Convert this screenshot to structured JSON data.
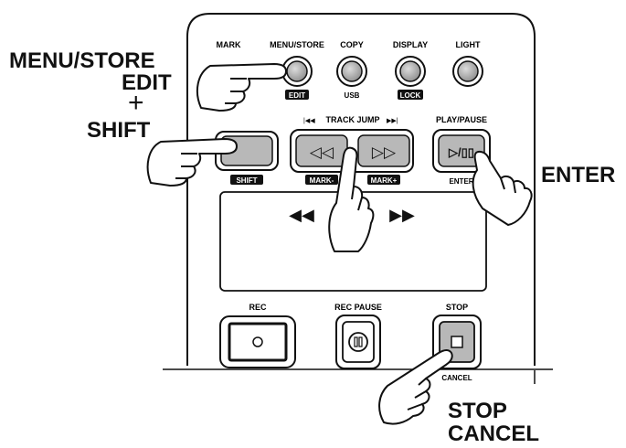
{
  "callouts": {
    "menu_store": "MENU/STORE",
    "edit": "EDIT",
    "plus": "+",
    "shift": "SHIFT",
    "enter": "ENTER",
    "stop": "STOP",
    "cancel": "CANCEL"
  },
  "panel": {
    "top_buttons": [
      {
        "label": "MARK",
        "sub": ""
      },
      {
        "label": "MENU/STORE",
        "sub": "EDIT"
      },
      {
        "label": "COPY",
        "sub": "USB"
      },
      {
        "label": "DISPLAY",
        "sub": "LOCK"
      },
      {
        "label": "LIGHT",
        "sub": ""
      }
    ],
    "track_jump": "TRACK JUMP",
    "track_jump_prev_glyph": "|◀◀",
    "track_jump_next_glyph": "▶▶|",
    "play_pause": "PLAY/PAUSE",
    "play_pause_glyph": "▷/▯▯",
    "enter_sub": "ENTER",
    "shift_tag": "SHIFT",
    "mark_minus": "MARK-",
    "mark_plus": "MARK+",
    "rew_glyph": "◁◁",
    "ff_glyph": "▷▷",
    "arrow_left": "◀◀",
    "arrow_right": "▶▶",
    "rec": "REC",
    "rec_pause": "REC PAUSE",
    "stop": "STOP",
    "cancel_sub": "CANCEL"
  },
  "colors": {
    "ink": "#111111",
    "button_grey": "#b8b8b8",
    "panel_bg": "#ffffff"
  }
}
